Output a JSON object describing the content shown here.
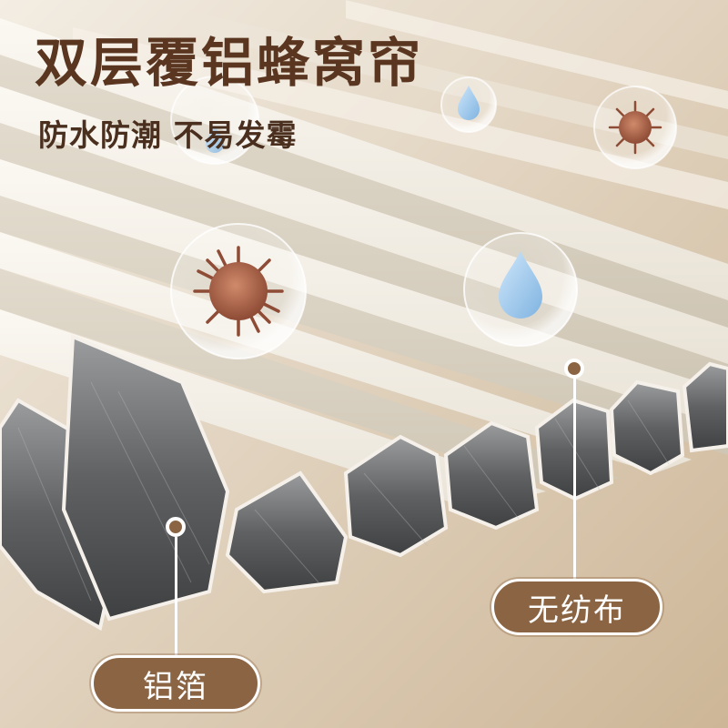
{
  "headline": "双层覆铝蜂窝帘",
  "subheadline": "防水防潮 不易发霉",
  "callouts": {
    "aluminum_foil": "铝箔",
    "nonwoven": "无纺布"
  },
  "colors": {
    "brand_brown": "#8b6543",
    "title_brown": "#5a3621",
    "fabric_cream": "#efeadf",
    "foil_gray": "#6f7173",
    "backdrop_beige": "#d8c4aa"
  },
  "icons": [
    "water-drop-icon",
    "virus-icon"
  ]
}
